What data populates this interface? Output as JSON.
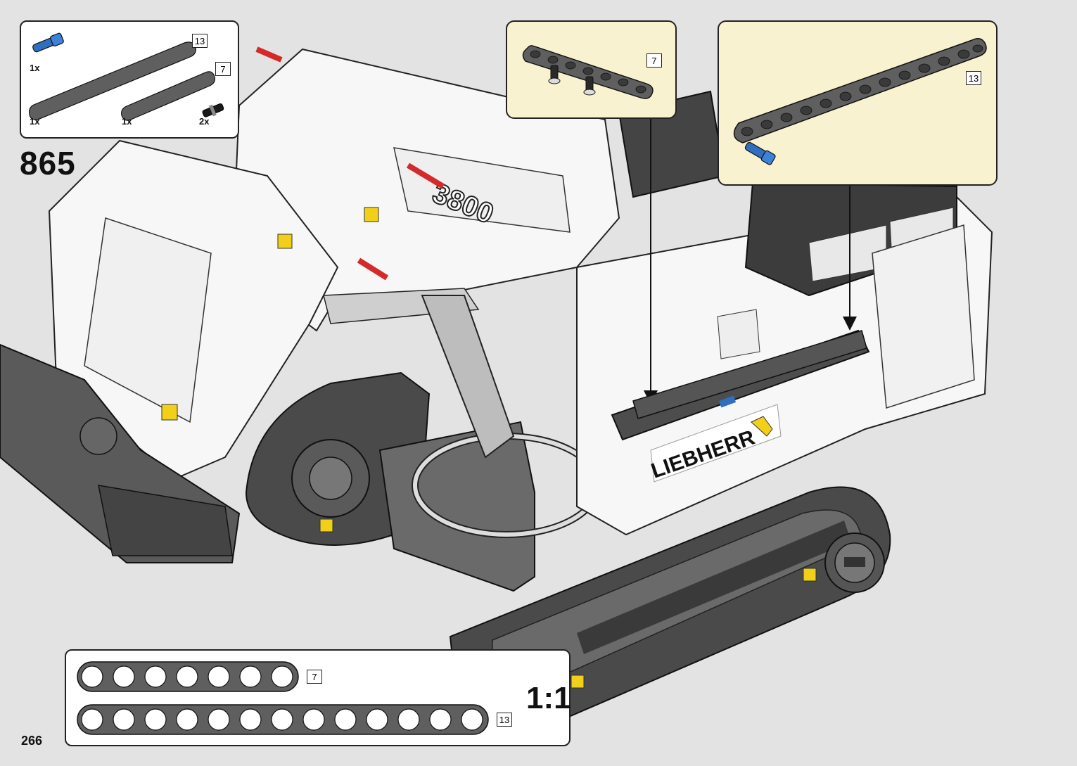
{
  "page": {
    "step_number": "865",
    "page_number": "266"
  },
  "parts_list": {
    "items": [
      {
        "name": "blue-axle-pin",
        "qty": "1x",
        "color": "#2f6fc0"
      },
      {
        "name": "liftarm-13",
        "qty": "1x",
        "length": "13",
        "color": "#5f5f5f"
      },
      {
        "name": "liftarm-7",
        "qty": "1x",
        "length": "7",
        "color": "#5f5f5f"
      },
      {
        "name": "black-friction-pin",
        "qty": "2x",
        "color": "#1a1a1a"
      }
    ]
  },
  "callouts": [
    {
      "name": "callout-liftarm-7",
      "length": "7"
    },
    {
      "name": "callout-liftarm-13",
      "length": "13"
    }
  ],
  "model": {
    "brand_text": "LIEBHERR",
    "model_text": "3800"
  },
  "scale_panel": {
    "label": "1:1",
    "beams": [
      {
        "length": "7",
        "holes": 7
      },
      {
        "length": "13",
        "holes": 13
      }
    ]
  },
  "colors": {
    "background": "#e3e3e3",
    "callout_bg": "#f9f2d0",
    "liftarm_gray": "#5f5f5f",
    "pin_blue": "#2f6fc0",
    "pin_red": "#d42a2a",
    "accent_yellow": "#f2d01a",
    "body_white": "#f7f7f7",
    "track_dark": "#4a4a4a"
  }
}
